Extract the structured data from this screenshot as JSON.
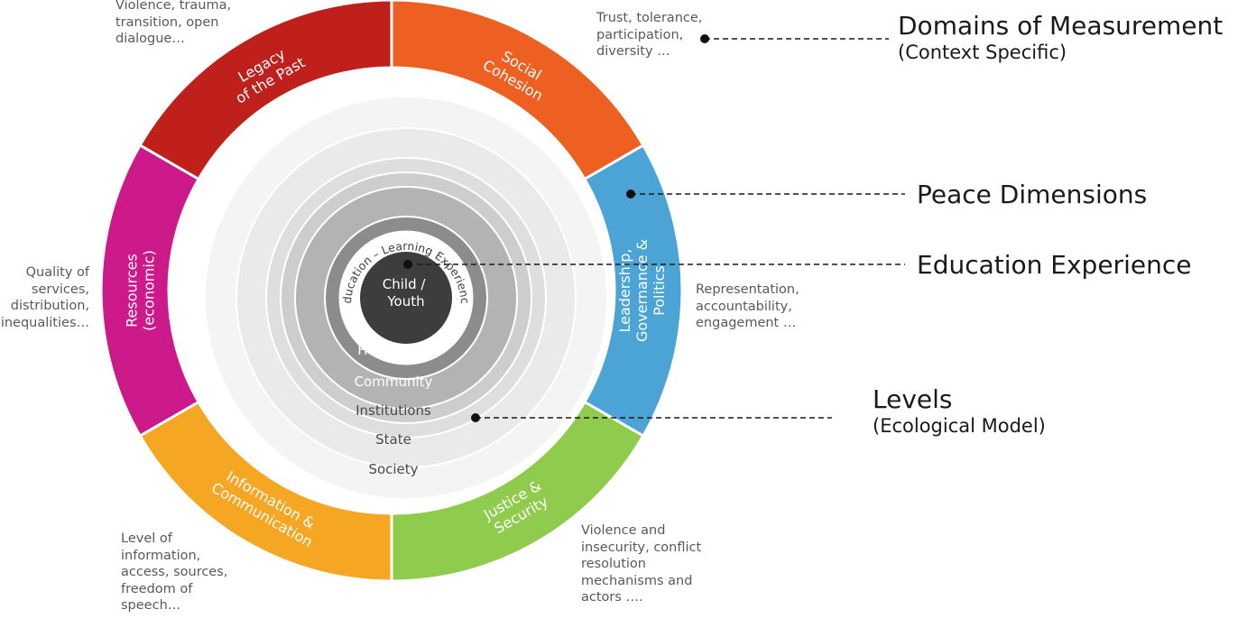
{
  "domains": [
    {
      "id": "legacy",
      "label": [
        "Legacy",
        "of the Past"
      ],
      "color": "#c0201b",
      "note": "Violence, trauma,\ntransition, open\ndialogue…"
    },
    {
      "id": "social",
      "label": [
        "Social",
        "Cohesion"
      ],
      "color": "#ee6021",
      "note": "Trust, tolerance,\nparticipation,\ndiversity …"
    },
    {
      "id": "leadership",
      "label": [
        "Leadership,",
        "Governance &",
        "Politics"
      ],
      "color": "#4ba3d6",
      "note": "Representation,\naccountability,\nengagement …"
    },
    {
      "id": "justice",
      "label": [
        "Justice &",
        "Security"
      ],
      "color": "#8fcc4d",
      "note": "Violence and\ninsecurity, conflict\nresolution\nmechanisms and\nactors …."
    },
    {
      "id": "information",
      "label": [
        "Information &",
        "Communication"
      ],
      "color": "#f5a623",
      "note": "Level of\ninformation,\naccess, sources,\nfreedom of\nspeech…"
    },
    {
      "id": "resources",
      "label": [
        "Resources",
        "(economic)"
      ],
      "color": "#cc1a8a",
      "note": "Quality of\nservices,\ndistribution,\ninequalities…"
    }
  ],
  "levels": [
    "Society",
    "State",
    "Institutions",
    "Community",
    "Household"
  ],
  "education_ring_label": "Education – Learning Experience",
  "center_label": [
    "Child /",
    "Youth"
  ],
  "callouts": {
    "domains": {
      "title": "Domains of Measurement",
      "sub": "(Context Specific)"
    },
    "peace": {
      "title": "Peace Dimensions"
    },
    "education": {
      "title": "Education Experience"
    },
    "levels": {
      "title": "Levels",
      "sub": "(Ecological Model)"
    }
  }
}
